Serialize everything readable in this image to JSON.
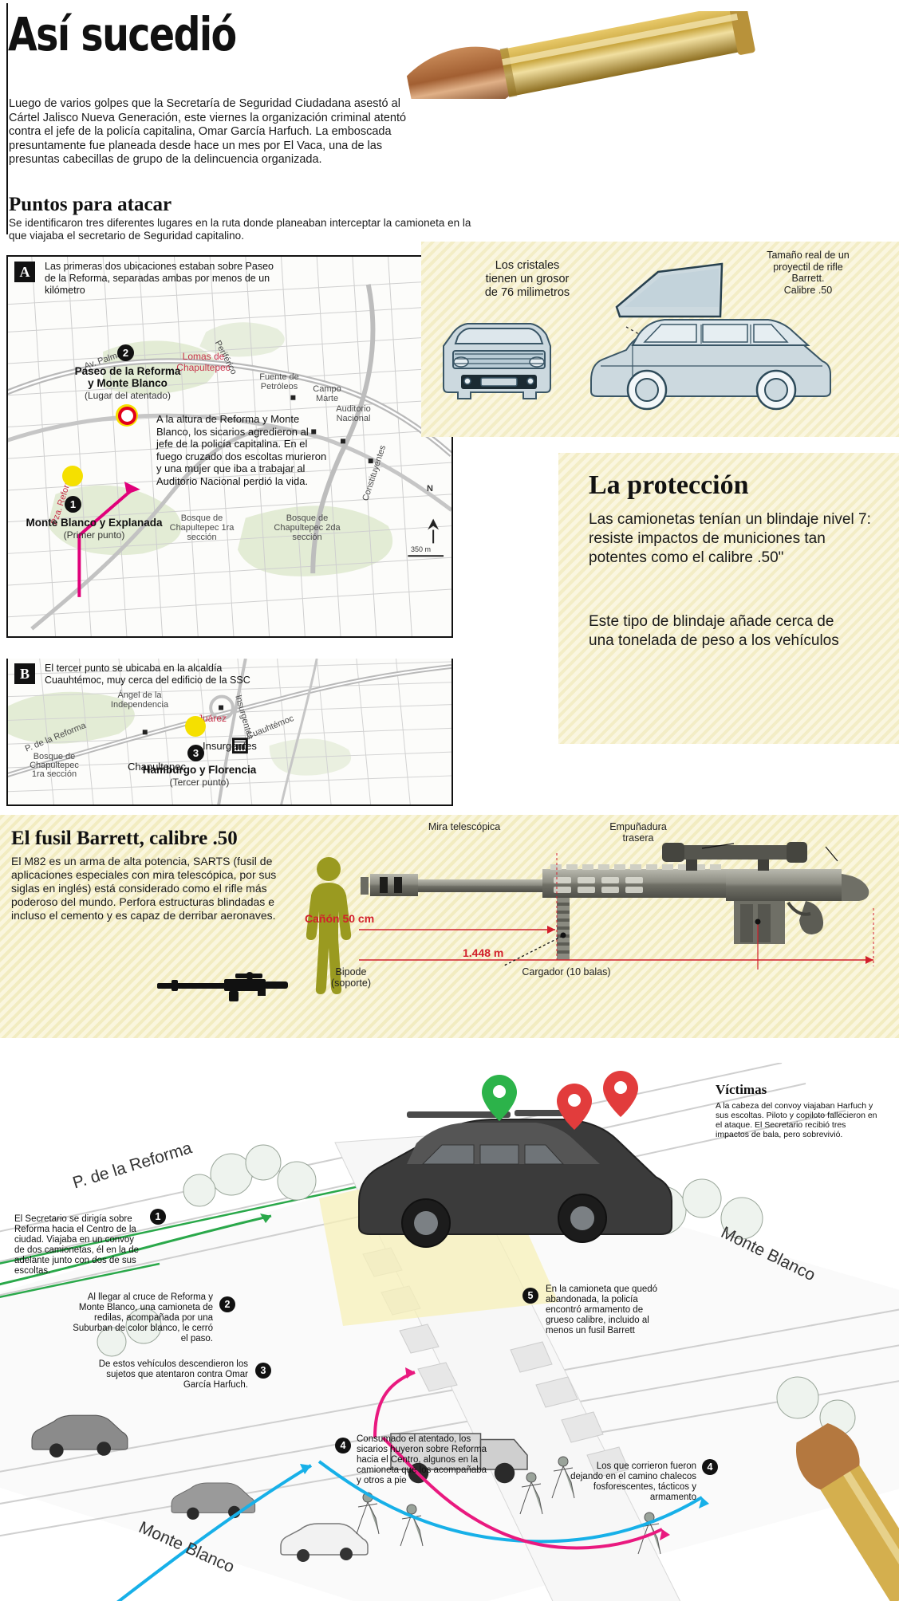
{
  "header": {
    "title": "Así sucedió",
    "lede": "Luego de varios golpes que la Secretaría de Seguridad Ciudadana asestó al Cártel Jalisco Nueva Generación, este viernes la organización criminal atentó contra el jefe de la policía capitalina, Omar García Harfuch. La emboscada presuntamente fue planeada desde hace un mes por El Vaca, una de las presuntas cabecillas de grupo de la delincuencia organizada.",
    "section_title": "Puntos para atacar",
    "section_sub": "Se identificaron tres diferentes lugares en la ruta donde planeaban interceptar la camioneta en la que viajaba el secretario de Seguridad capitalino."
  },
  "map_a": {
    "badge": "A",
    "caption": "Las primeras dos ubicaciones estaban sobre Paseo de la Reforma, separadas ambas por menos de un kilómetro",
    "point2_num": "2",
    "point2_title": "Paseo de la Reforma\ny Monte Blanco",
    "point2_sub": "(Lugar del atentado)",
    "point1_num": "1",
    "point1_title": "Monte Blanco y Explanada",
    "point1_sub": "(Primer punto)",
    "body": "A la altura de Reforma y Monte Blanco, los sicarios agredieron al jefe de la policía capitalina. En el fuego cruzado dos escoltas murieron y una mujer que iba a trabajar al Auditorio Nacional perdió la vida.",
    "labels": [
      "Av. Palmas",
      "Periférico",
      "Lomas de Chapultepec",
      "Fuente de Petróleos",
      "Campo Marte",
      "Auditorio Nacional",
      "Bosque de Chapultepec 1ra sección",
      "Bosque de Chapultepec 2da sección",
      "Constituyentes",
      "Pza. Reforma"
    ],
    "scale": "350 m",
    "north": "N"
  },
  "map_b": {
    "badge": "B",
    "caption": "El tercer punto se ubicaba en la alcaldía Cuauhtémoc, muy cerca del edificio de la SSC",
    "point3_num": "3",
    "point3_title": "Hamburgo y Florencia",
    "point3_sub": "(Tercer punto)",
    "labels": [
      "Ángel de la Independencia",
      "Juárez",
      "Insurgentes",
      "Cuauhtémoc",
      "P. de la Reforma",
      "Chapultepec",
      "Bosque de Chapultepec 1ra sección",
      "Insurgentes"
    ]
  },
  "vehicle_panel": {
    "glass_note": "Los cristales\ntienen un grosor\nde 76 milimetros",
    "bullet_note": "Tamaño real de un\nproyectil de rifle\nBarrett.\nCalibre .50"
  },
  "protection": {
    "title": "La protección",
    "p1": "Las camionetas tenían un blindaje nivel 7: resiste impactos de municiones tan potentes como el calibre .50\"",
    "p2": "Este tipo de blindaje añade cerca de una tonelada de peso a los vehículos"
  },
  "rifle": {
    "title": "El fusil Barrett, calibre .50",
    "body": "El M82 es un arma de alta potencia, SARTS (fusil de aplicaciones especiales con mira telescópica, por sus siglas en inglés) está considerado como el rifle más poderoso del mundo. Perfora estructuras blindadas e incluso el cemento y es capaz de derribar aeronaves.",
    "label_scope": "Mira telescópica",
    "label_grip": "Empuñadura\ntrasera",
    "label_bipod": "Bipode\n(soporte)",
    "label_mag": "Cargador (10 balas)",
    "dim_barrel": "Cañón 50 cm",
    "dim_total": "1.448 m"
  },
  "scene": {
    "victims_title": "Víctimas",
    "victims_text": "A la cabeza del convoy viajaban Harfuch y sus escoltas. Piloto y copiloto fallecieron en el ataque. El Secretario recibió tres impactos de bala, pero sobrevivió.",
    "street_reforma": "P. de la Reforma",
    "street_monteblanco_right": "Monte Blanco",
    "street_monteblanco_bottom": "Monte Blanco",
    "notes": [
      {
        "num": "1",
        "text": "El Secretario se dirigía sobre Reforma hacia el Centro de la ciudad. Viajaba en un convoy de dos camionetas, él en la de adelante junto con dos de sus escoltas."
      },
      {
        "num": "2",
        "text": "Al llegar al cruce de Reforma y Monte Blanco, una camioneta de redilas, acompañada por una Suburban de color blanco, le cerró el paso."
      },
      {
        "num": "3",
        "text": "De estos vehículos descendieron los sujetos que atentaron contra Omar García Harfuch."
      },
      {
        "num": "4",
        "text": "Consumado el atentado, los sicarios huyeron sobre Reforma hacia el Centro, algunos en la camioneta que los acompañaba y otros a pie"
      },
      {
        "num": "5",
        "text": "En la camioneta que quedó abandonada, la policía encontró armamento de grueso calibre, incluido al menos un fusil Barrett"
      },
      {
        "num": "4",
        "text": "Los que corrieron fueron dejando en el camino chalecos fosforescentes, tácticos y armamento"
      }
    ]
  },
  "colors": {
    "accent_red": "#d21f2b",
    "yellow": "#f5e000",
    "panel": "#faf6e0",
    "ink": "#111111",
    "olive": "#9a9a20"
  }
}
